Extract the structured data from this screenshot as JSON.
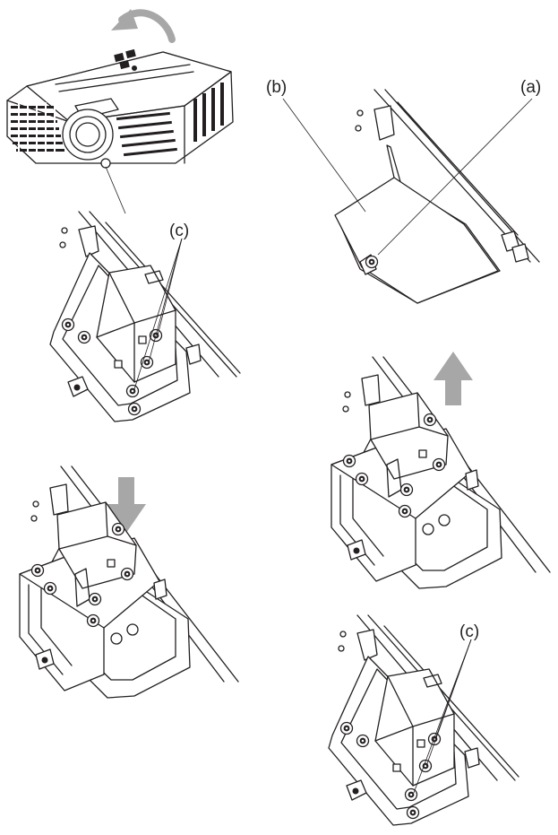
{
  "labels": {
    "a": "(a)",
    "b": "(b)",
    "c_top": "(c)",
    "c_bottom": "(c)"
  },
  "colors": {
    "line": "#231f20",
    "arrow_gray": "#a7a7a7",
    "background": "#ffffff"
  }
}
